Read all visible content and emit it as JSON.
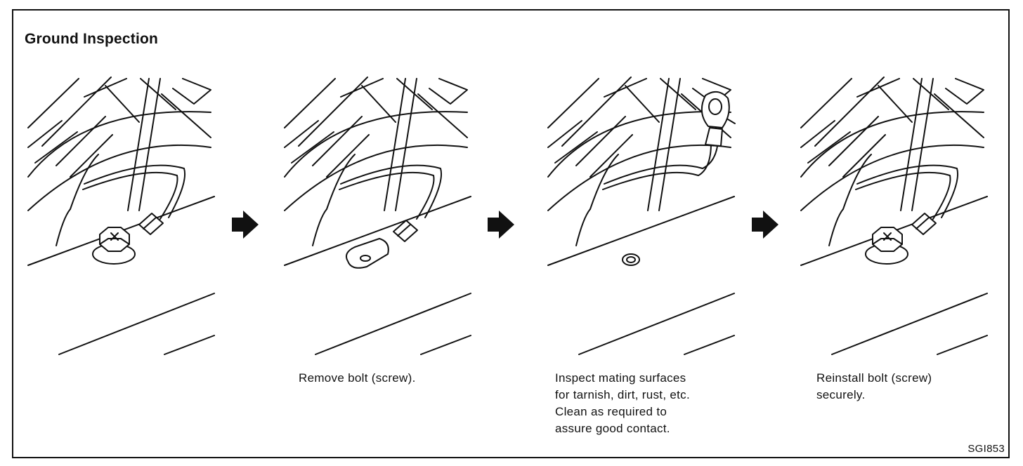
{
  "title": "Ground Inspection",
  "steps": [
    {
      "caption": ""
    },
    {
      "caption": "Remove bolt (screw)."
    },
    {
      "caption": "Inspect mating surfaces\nfor tarnish, dirt, rust, etc.\nClean as required to\nassure good contact."
    },
    {
      "caption": "Reinstall bolt (screw)\nsecurely."
    }
  ],
  "figure_code": "SGI853",
  "icons": [
    "arrow-right-icon",
    "bolt-icon",
    "ring-terminal-icon",
    "bolt-hole-icon"
  ]
}
